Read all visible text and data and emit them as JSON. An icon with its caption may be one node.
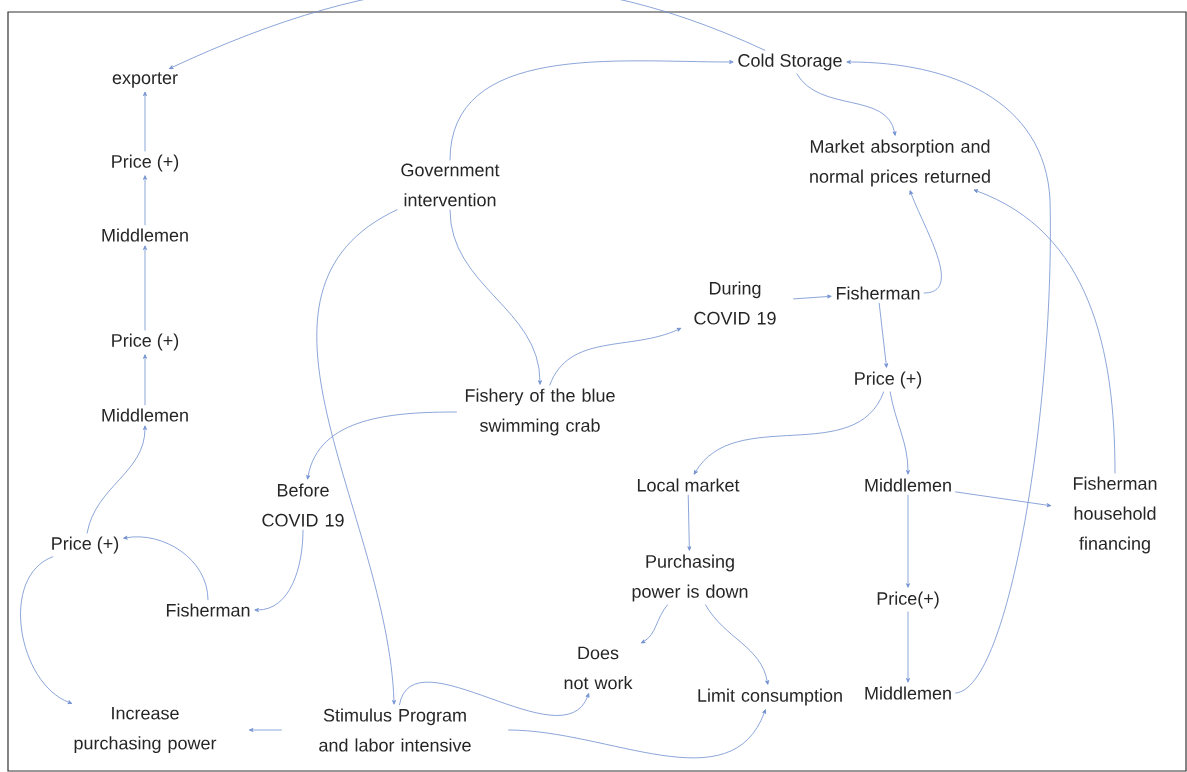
{
  "diagram": {
    "nodes": [
      {
        "text": [
          "exporter"
        ]
      },
      {
        "text": [
          "Cold Storage"
        ]
      },
      {
        "text": [
          "Price (+)"
        ]
      },
      {
        "text": [
          "Market absorption and normal prices returned"
        ]
      },
      {
        "text": [
          "Government intervention"
        ]
      },
      {
        "text": [
          "Middlemen"
        ]
      },
      {
        "text": [
          "During COVID 19"
        ]
      },
      {
        "text": [
          "Fisherman"
        ]
      },
      {
        "text": [
          "Price (+)"
        ]
      },
      {
        "text": [
          "Fishery of the blue swimming crab"
        ]
      },
      {
        "text": [
          "Price (+)"
        ]
      },
      {
        "text": [
          "Middlemen"
        ]
      },
      {
        "text": [
          "Before COVID 19"
        ]
      },
      {
        "text": [
          "Local market"
        ]
      },
      {
        "text": [
          "Middlemen"
        ]
      },
      {
        "text": [
          "Fisherman household financing"
        ]
      },
      {
        "text": [
          "Price (+)"
        ]
      },
      {
        "text": [
          "Purchasing power is down"
        ]
      },
      {
        "text": [
          "Fisherman"
        ]
      },
      {
        "text": [
          "Price(+)"
        ]
      },
      {
        "text": [
          "Does not work"
        ]
      },
      {
        "text": [
          "Limit consumption"
        ]
      },
      {
        "text": [
          "Middlemen"
        ]
      },
      {
        "text": [
          "Increase purchasing power"
        ]
      },
      {
        "text": [
          "Stimulus Program and labor intensive"
        ]
      }
    ],
    "edges": [
      {
        "from": 1,
        "to": 0,
        "arrow": "to"
      },
      {
        "from": 4,
        "to": 1,
        "arrow": "to"
      },
      {
        "from": 1,
        "to": 3,
        "arrow": "to"
      },
      {
        "from": 4,
        "to": 24,
        "arrow": "to"
      },
      {
        "from": 4,
        "to": 9,
        "arrow": "to"
      },
      {
        "from": 9,
        "to": 6,
        "arrow": "to"
      },
      {
        "from": 9,
        "to": 12,
        "arrow": "to"
      },
      {
        "from": 6,
        "to": 7,
        "arrow": "to"
      },
      {
        "from": 7,
        "to": 3,
        "arrow": "to"
      },
      {
        "from": 7,
        "to": 10,
        "arrow": "to"
      },
      {
        "from": 10,
        "to": 13,
        "arrow": "to"
      },
      {
        "from": 10,
        "to": 14,
        "arrow": "to"
      },
      {
        "from": 14,
        "to": 15,
        "arrow": "to"
      },
      {
        "from": 15,
        "to": 3,
        "arrow": "to"
      },
      {
        "from": 13,
        "to": 17,
        "arrow": "to"
      },
      {
        "from": 17,
        "to": 20,
        "arrow": "to"
      },
      {
        "from": 17,
        "to": 21,
        "arrow": "to"
      },
      {
        "from": 14,
        "to": 19,
        "arrow": "to"
      },
      {
        "from": 19,
        "to": 22,
        "arrow": "to"
      },
      {
        "from": 22,
        "to": 1,
        "arrow": "to"
      },
      {
        "from": 12,
        "to": 18,
        "arrow": "to"
      },
      {
        "from": 18,
        "to": 16,
        "arrow": "to"
      },
      {
        "from": 16,
        "to": 11,
        "arrow": "to"
      },
      {
        "from": 11,
        "to": 8,
        "arrow": "to"
      },
      {
        "from": 8,
        "to": 5,
        "arrow": "to"
      },
      {
        "from": 5,
        "to": 2,
        "arrow": "to"
      },
      {
        "from": 2,
        "to": 0,
        "arrow": "to"
      },
      {
        "from": 16,
        "to": 23,
        "arrow": "to"
      },
      {
        "from": 24,
        "to": 23,
        "arrow": "to"
      },
      {
        "from": 24,
        "to": 20,
        "arrow": "to"
      },
      {
        "from": 24,
        "to": 21,
        "arrow": "to"
      }
    ]
  }
}
